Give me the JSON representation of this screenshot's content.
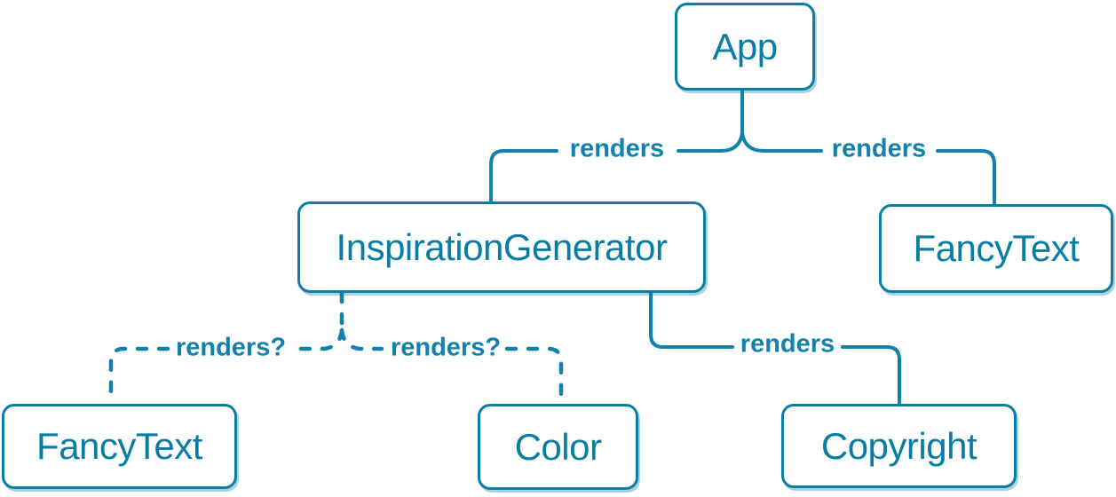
{
  "diagram": {
    "description": "React component render tree",
    "colors": {
      "background": "#ffffff",
      "node_border": "#0a7ea4",
      "node_text": "#087ea4",
      "edge_line": "#1281ad",
      "node_background": "#ffffff"
    },
    "nodes": [
      {
        "id": "app",
        "label": "App"
      },
      {
        "id": "inspiration-generator",
        "label": "InspirationGenerator"
      },
      {
        "id": "fancy-text-top",
        "label": "FancyText"
      },
      {
        "id": "fancy-text-bottom",
        "label": "FancyText"
      },
      {
        "id": "color",
        "label": "Color"
      },
      {
        "id": "copyright",
        "label": "Copyright"
      }
    ],
    "edges": [
      {
        "from": "App",
        "to": "InspirationGenerator",
        "label": "renders",
        "style": "solid"
      },
      {
        "from": "App",
        "to": "FancyText",
        "label": "renders",
        "style": "solid"
      },
      {
        "from": "InspirationGenerator",
        "to": "FancyText",
        "label": "renders?",
        "style": "dashed"
      },
      {
        "from": "InspirationGenerator",
        "to": "Color",
        "label": "renders?",
        "style": "dashed"
      },
      {
        "from": "InspirationGenerator",
        "to": "Copyright",
        "label": "renders",
        "style": "solid"
      }
    ]
  }
}
